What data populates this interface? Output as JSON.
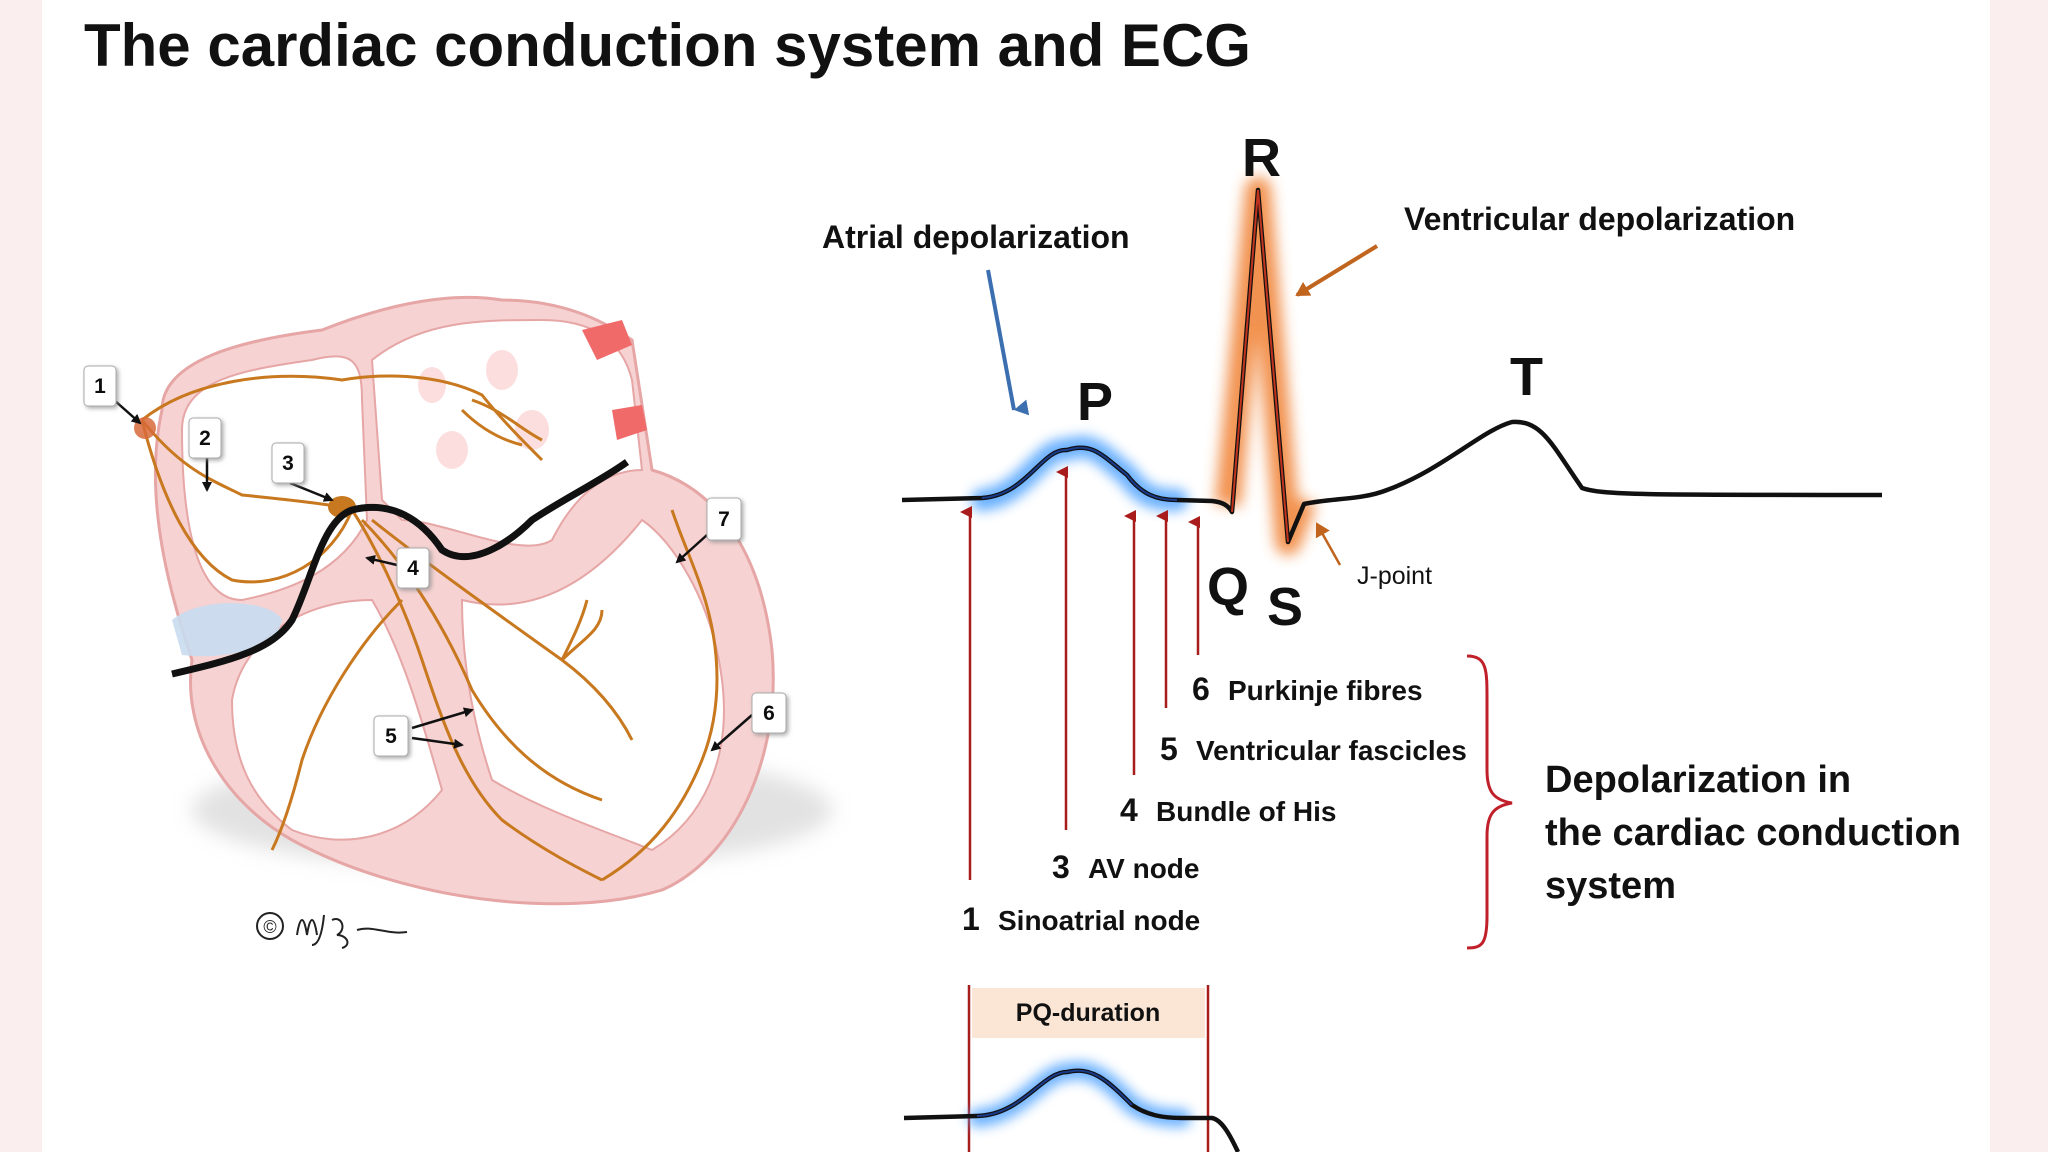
{
  "title": "The cardiac conduction system and ECG",
  "heart": {
    "callouts": [
      "1",
      "2",
      "3",
      "4",
      "5",
      "6",
      "7"
    ],
    "signature": "MJ Bjaanes",
    "copyright_symbol": "©"
  },
  "ecg": {
    "waves": {
      "p": "P",
      "q": "Q",
      "r": "R",
      "s": "S",
      "t": "T"
    },
    "atrial_label": "Atrial depolarization",
    "ventricular_label": "Ventricular depolarization",
    "jpoint_label": "J-point",
    "conduction_items": [
      {
        "num": "6",
        "label": "Purkinje fibres"
      },
      {
        "num": "5",
        "label": "Ventricular fascicles"
      },
      {
        "num": "4",
        "label": "Bundle of His"
      },
      {
        "num": "3",
        "label": "AV node"
      },
      {
        "num": "1",
        "label": "Sinoatrial node"
      }
    ],
    "bracket_label": [
      "Depolarization in",
      "the cardiac conduction",
      "system"
    ],
    "pq_label": "PQ-duration"
  },
  "colors": {
    "conduction": "#c8781e",
    "heart_fill": "#f6d2d2",
    "arrow_red": "#a81c1c",
    "atrial_arrow": "#3b6fb0",
    "glow_blue": "#5aa8ff",
    "glow_orange": "#f08030"
  }
}
